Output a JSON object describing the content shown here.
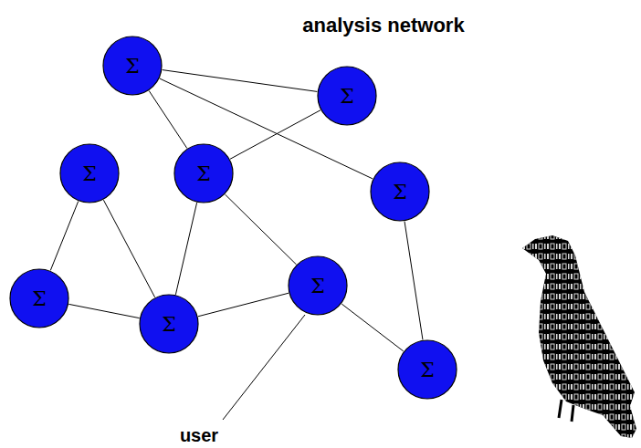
{
  "diagram": {
    "title": "analysis network",
    "nodes": [
      {
        "text": [
          "Σ"
        ]
      },
      {
        "text": [
          "Σ"
        ]
      },
      {
        "text": [
          "Σ"
        ]
      },
      {
        "text": [
          "Σ"
        ]
      },
      {
        "text": [
          "Σ"
        ]
      },
      {
        "text": [
          "Σ"
        ]
      },
      {
        "text": [
          "Σ"
        ]
      },
      {
        "text": [
          "Σ"
        ]
      },
      {
        "text": [
          "Σ"
        ]
      }
    ],
    "edges": [
      {
        "from": 0,
        "to": 1,
        "arrow": "none"
      },
      {
        "from": 0,
        "to": 3,
        "arrow": "none"
      },
      {
        "from": 0,
        "to": 4,
        "arrow": "none"
      },
      {
        "from": 1,
        "to": 3,
        "arrow": "none"
      },
      {
        "from": 2,
        "to": 6,
        "arrow": "none"
      },
      {
        "from": 2,
        "to": 7,
        "arrow": "none"
      },
      {
        "from": 3,
        "to": 7,
        "arrow": "none"
      },
      {
        "from": 3,
        "to": 5,
        "arrow": "none"
      },
      {
        "from": 6,
        "to": 7,
        "arrow": "none"
      },
      {
        "from": 7,
        "to": 5,
        "arrow": "none"
      },
      {
        "from": 5,
        "to": 8,
        "arrow": "none"
      },
      {
        "from": 4,
        "to": 8,
        "arrow": "none"
      }
    ],
    "labels": [
      "user"
    ]
  }
}
